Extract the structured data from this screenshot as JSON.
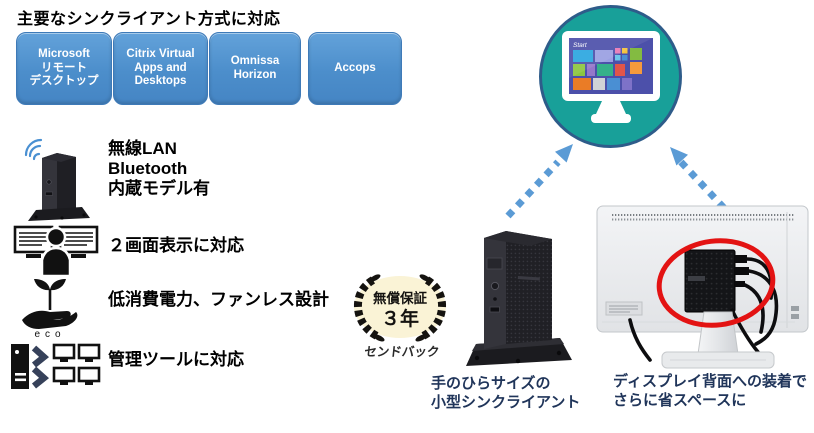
{
  "title": "主要なシンクライアント方式に対応",
  "protocols": [
    {
      "lines": [
        "Microsoft",
        "リモート",
        "デスクトップ"
      ]
    },
    {
      "lines": [
        "Citrix Virtual",
        "Apps and",
        "Desktops"
      ]
    },
    {
      "lines": [
        "Omnissa",
        "Horizon"
      ]
    },
    {
      "lines": [
        "Accops"
      ]
    }
  ],
  "features": [
    {
      "icon": "wireless-thin-client",
      "lines": [
        "無線LAN",
        "Bluetooth",
        "内蔵モデル有"
      ]
    },
    {
      "icon": "dual-display-user",
      "lines": [
        "２画面表示に対応"
      ]
    },
    {
      "icon": "eco-hand-sprout",
      "eco_label": "eco",
      "lines": [
        "低消費電力、ファンレス設計"
      ]
    },
    {
      "icon": "management-tools",
      "lines": [
        "管理ツールに対応"
      ]
    }
  ],
  "warranty_badge": {
    "line1": "無償保証",
    "line2": "３年",
    "note": "センドバック"
  },
  "captions": {
    "device_line1": "手のひらサイズの",
    "device_line2": "小型シンクライアント",
    "display_line1": "ディスプレイ背面への装着で",
    "display_line2": "さらに省スペースに"
  },
  "cloud_monitor": {
    "screen_label": "Start"
  },
  "colors": {
    "protocol_button_blue": "#4c8ecb",
    "teal_circle": "#18a099",
    "circle_border": "#2e5c8a",
    "arrow_blue": "#5b9bd5",
    "highlight_red": "#e31313",
    "caption_navy": "#20355a",
    "badge_cream": "#faf3d6"
  }
}
